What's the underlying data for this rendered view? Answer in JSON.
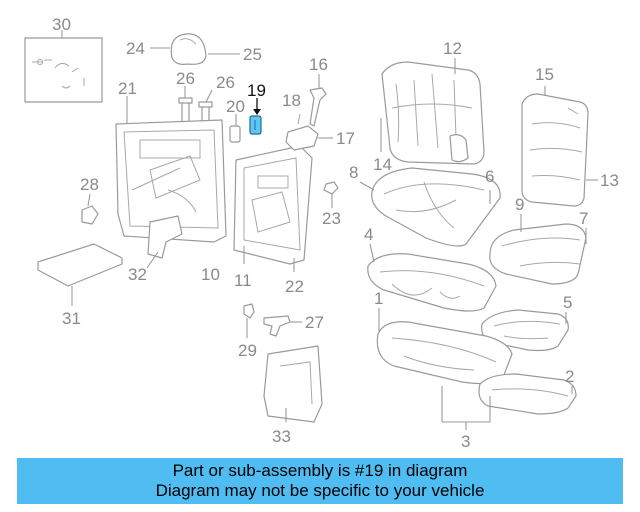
{
  "diagram": {
    "callouts": {
      "c1": "1",
      "c2": "2",
      "c3": "3",
      "c4": "4",
      "c5": "5",
      "c6": "6",
      "c7": "7",
      "c8": "8",
      "c9": "9",
      "c10": "10",
      "c11": "11",
      "c12": "12",
      "c13": "13",
      "c14": "14",
      "c15": "15",
      "c16": "16",
      "c17": "17",
      "c18": "18",
      "c19": "19",
      "c20": "20",
      "c21": "21",
      "c22": "22",
      "c23": "23",
      "c24": "24",
      "c25": "25",
      "c26a": "26",
      "c26b": "26",
      "c27": "27",
      "c28": "28",
      "c29": "29",
      "c30": "30",
      "c31": "31",
      "c32": "32",
      "c33": "33"
    },
    "highlighted_part": "19",
    "highlight_color": "#5bc8f5"
  },
  "banner": {
    "line1": "Part or sub-assembly is #19 in diagram",
    "line2": "Diagram may not be specific to your vehicle",
    "background": "#4fbdf2"
  }
}
